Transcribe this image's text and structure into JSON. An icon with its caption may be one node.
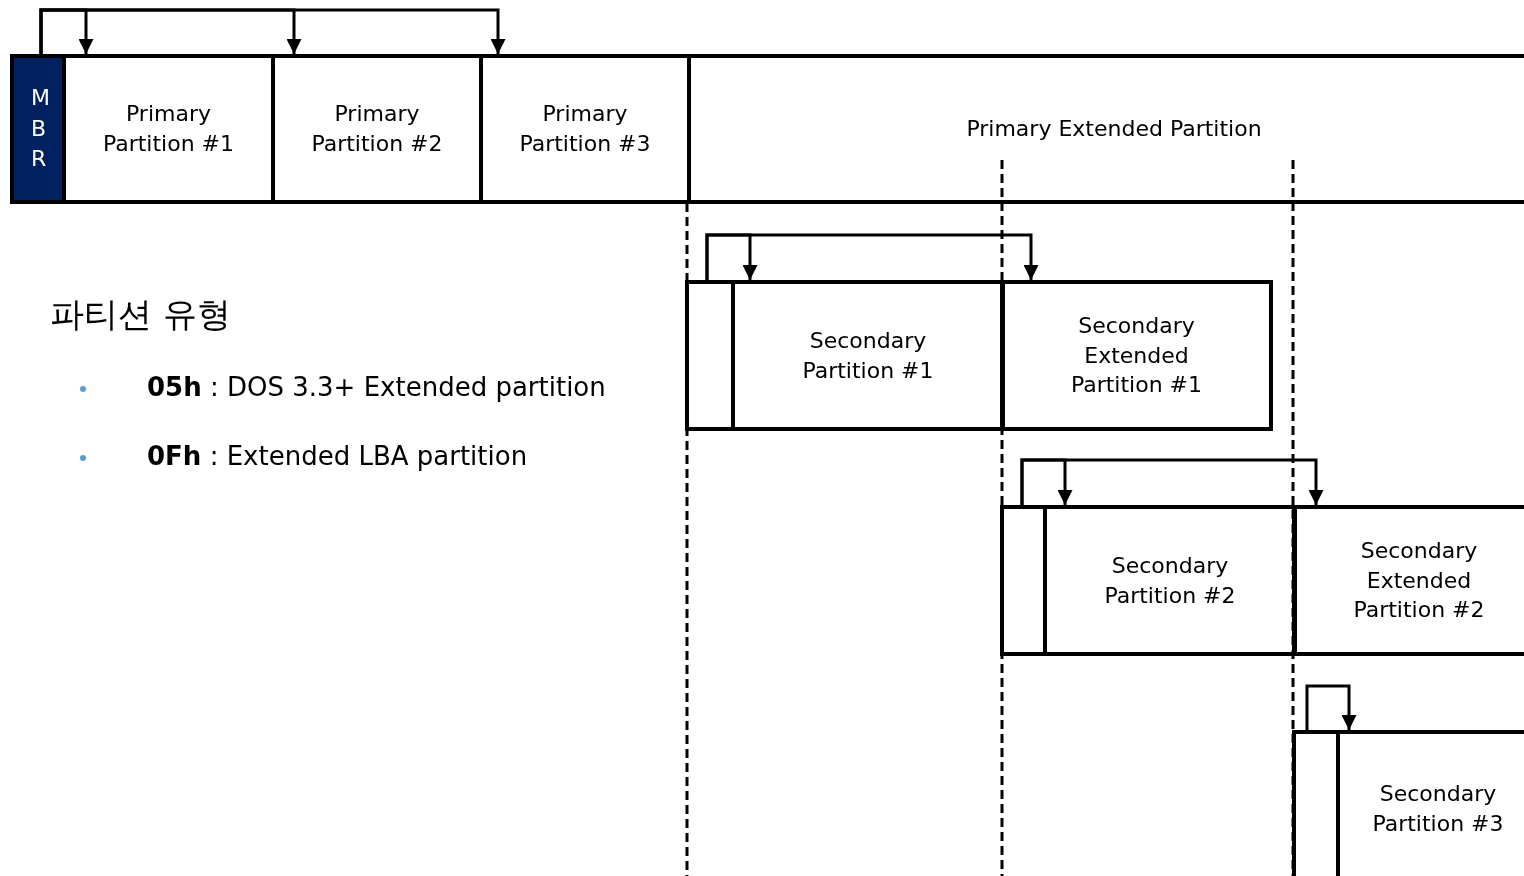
{
  "diagram": {
    "nodes": [
      {
        "text": [
          "MBR"
        ]
      },
      {
        "text": [
          "Primary Partition #1"
        ]
      },
      {
        "text": [
          "Primary Partition #2"
        ]
      },
      {
        "text": [
          "Primary Partition #3"
        ]
      },
      {
        "text": [
          "Primary Extended Partition"
        ]
      },
      {
        "text": [],
        "shape": "box"
      },
      {
        "text": [
          "Secondary Partition #1"
        ]
      },
      {
        "text": [
          "Secondary Extended Partition #1"
        ]
      },
      {
        "text": [],
        "shape": "box"
      },
      {
        "text": [
          "Secondary Partition #2"
        ]
      },
      {
        "text": [
          "Secondary Extended Partition #2"
        ]
      },
      {
        "text": [],
        "shape": "box"
      },
      {
        "text": [
          "Secondary Partition #3"
        ]
      }
    ],
    "edges": [
      {
        "from": 0,
        "to": 1,
        "arrow": "to"
      },
      {
        "from": 0,
        "to": 2,
        "arrow": "to"
      },
      {
        "from": 0,
        "to": 3,
        "arrow": "to"
      },
      {
        "from": 5,
        "to": 6,
        "arrow": "to"
      },
      {
        "from": 5,
        "to": 7,
        "arrow": "to"
      },
      {
        "from": 8,
        "to": 9,
        "arrow": "to"
      },
      {
        "from": 8,
        "to": 10,
        "arrow": "to"
      },
      {
        "from": 11,
        "to": 12,
        "arrow": "to"
      }
    ],
    "labels": [
      "파티션 유형",
      "**05h** : DOS 3.3+ Extended partition",
      "**0Fh** : Extended LBA partition"
    ]
  }
}
